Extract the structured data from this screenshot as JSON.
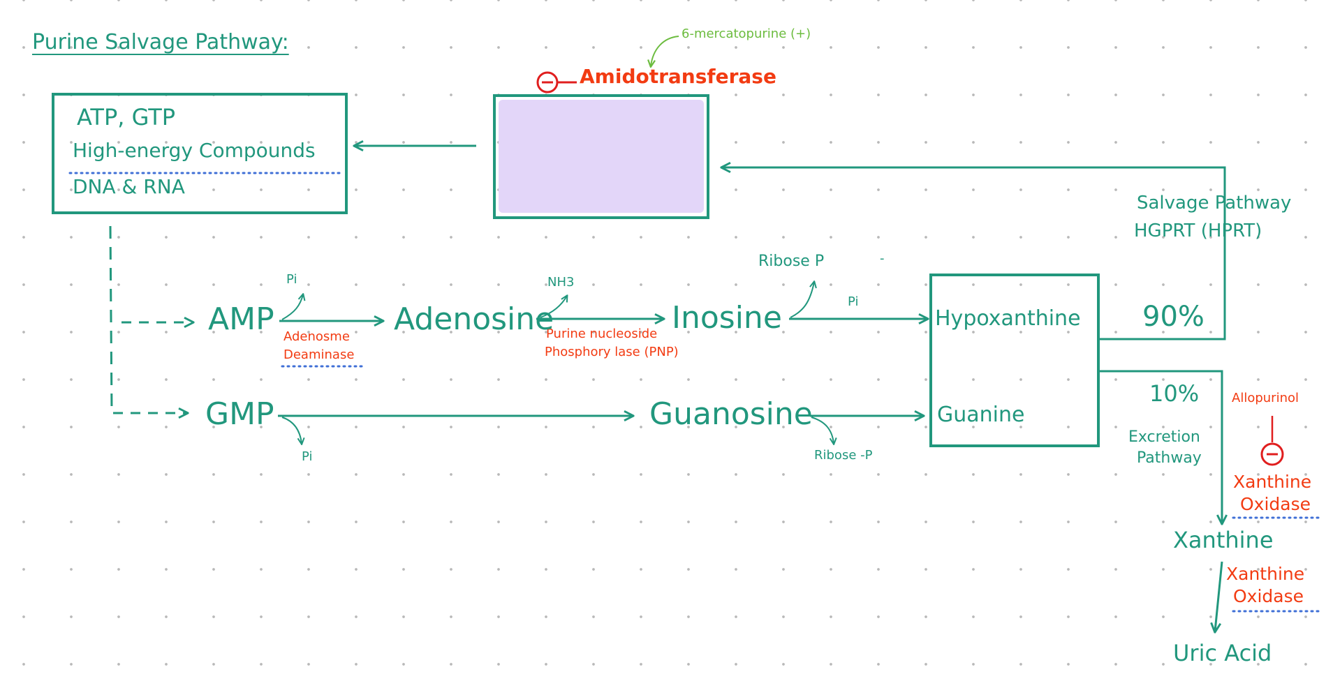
{
  "title": "Purine Salvage Pathway:",
  "box": {
    "line1": "ATP, GTP",
    "line2": "High-energy Compounds",
    "line3": "DNA & RNA"
  },
  "enzymes": {
    "amidotransferase": "Amidotransferase",
    "inhibitor": "6-mercatopurine (+)",
    "adenosine_deaminase_1": "Adenosme",
    "adenosine_deaminase_2": "Deaminase",
    "pnp_1": "Purine nucleoside",
    "pnp_2": "Phosphory lase (PNP)",
    "allopurinol": "Allopurinol",
    "xanthine_oxidase_1a": "Xanthine",
    "xanthine_oxidase_1b": "Oxidase",
    "xanthine_oxidase_2a": "Xanthine",
    "xanthine_oxidase_2b": "Oxidase"
  },
  "nodes": {
    "amp": "AMP",
    "gmp": "GMP",
    "adenosine": "Adenosine",
    "inosine": "Inosine",
    "guanosine": "Guanosine",
    "hypoxanthine": "Hypoxanthine",
    "guanine": "Guanine",
    "xanthine": "Xanthine",
    "uric_acid": "Uric Acid"
  },
  "side_products": {
    "pi_amp": "Pi",
    "nh3": "NH3",
    "ribose_p_top": "Ribose P",
    "dash": "-",
    "pi_inosine": "Pi",
    "pi_gmp": "Pi",
    "ribose_p_bottom": "Ribose -P"
  },
  "salvage": {
    "line1": "Salvage Pathway",
    "line2": "HGPRT (HPRT)",
    "percent": "90%"
  },
  "excretion": {
    "percent": "10%",
    "line1": "Excretion",
    "line2": "Pathway"
  },
  "inhibit_symbol": "−",
  "colors": {
    "teal": "#21977d",
    "red": "#f23b12",
    "green": "#6cbc3f",
    "purple_fill": "#e3d6f9",
    "blue_dots": "#3f6fd6"
  }
}
